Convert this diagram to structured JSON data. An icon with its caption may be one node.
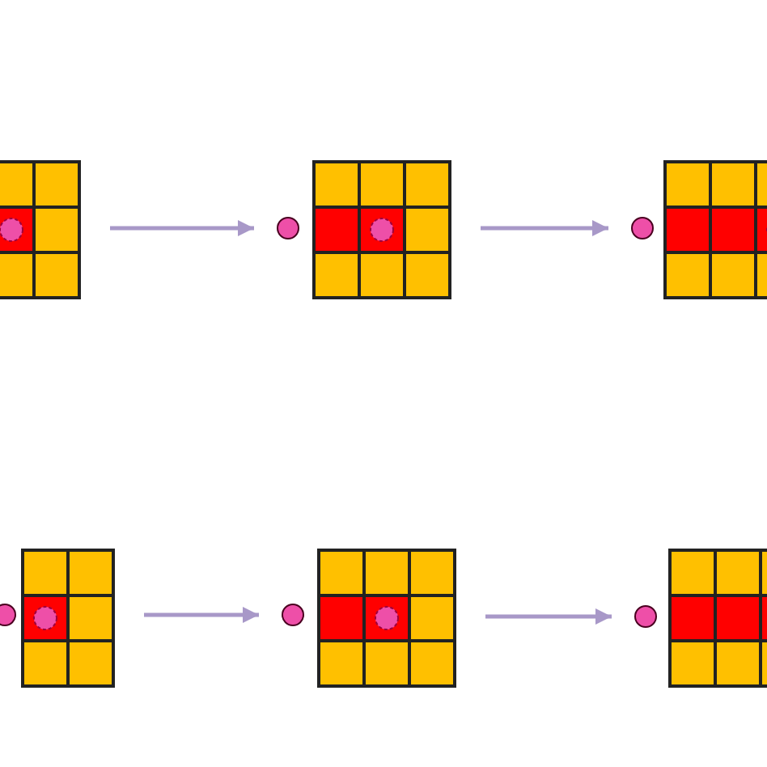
{
  "diagram": {
    "nodes": [
      {
        "text": [],
        "shape": "grid"
      },
      {
        "text": [],
        "shape": "circle"
      },
      {
        "text": [],
        "shape": "grid"
      },
      {
        "text": [],
        "shape": "circle"
      },
      {
        "text": [],
        "shape": "grid"
      },
      {
        "text": [],
        "shape": "circle"
      },
      {
        "text": [],
        "shape": "grid"
      },
      {
        "text": [],
        "shape": "circle"
      },
      {
        "text": [],
        "shape": "grid"
      },
      {
        "text": [],
        "shape": "circle"
      },
      {
        "text": [],
        "shape": "grid"
      }
    ],
    "edges": [
      {
        "from": 0,
        "to": 1,
        "arrow": "to"
      },
      {
        "from": 2,
        "to": 3,
        "arrow": "to"
      },
      {
        "from": 6,
        "to": 7,
        "arrow": "to"
      },
      {
        "from": 8,
        "to": 9,
        "arrow": "to"
      }
    ]
  }
}
